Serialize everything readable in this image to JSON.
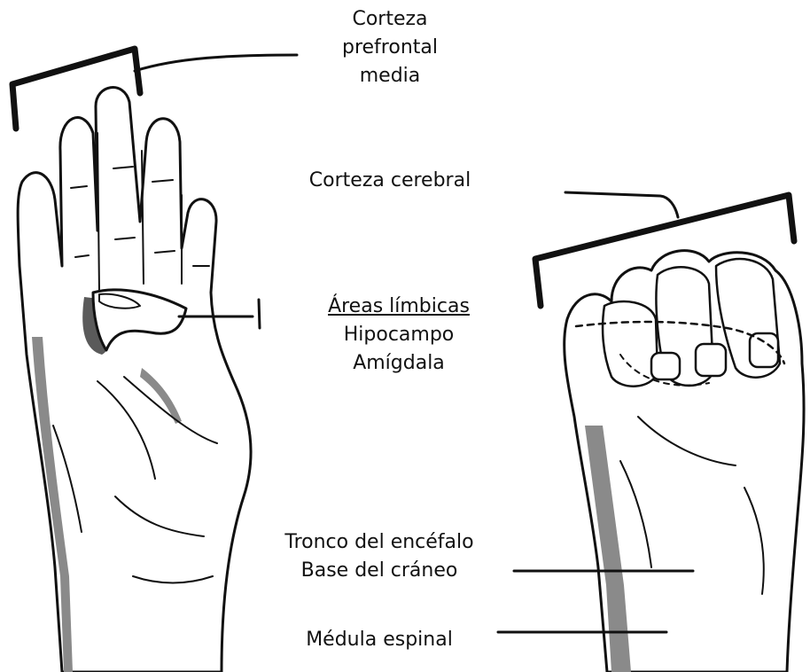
{
  "labels": {
    "prefrontal": [
      "Corteza",
      "prefrontal",
      "media"
    ],
    "cortex": "Corteza cerebral",
    "limbic_title": "Áreas límbicas",
    "limbic_items": [
      "Hipocampo",
      "Amígdala"
    ],
    "brainstem": [
      "Tronco del encéfalo",
      "Base del cráneo"
    ],
    "spinal": "Médula espinal"
  },
  "colors": {
    "ink": "#111111",
    "shadow": "#8a8a8a",
    "background": "#ffffff"
  }
}
